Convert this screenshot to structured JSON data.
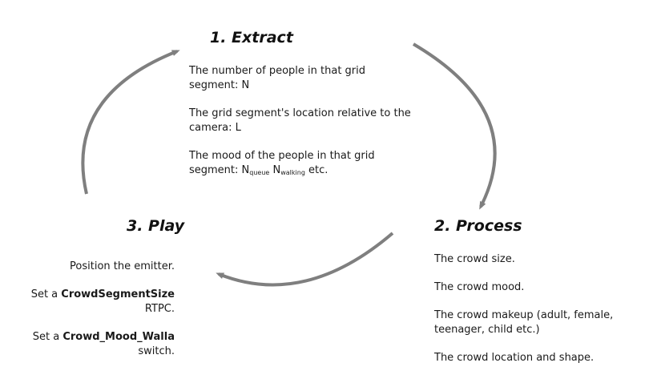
{
  "extract": {
    "title": "1. Extract",
    "item1": "The number of people in that grid segment: N",
    "item2": "The grid segment's location relative to the camera: L",
    "item3_prefix": "The mood of the people in that grid segment: ",
    "item3_n1": "N",
    "item3_sub1": "queue",
    "item3_n2": "N",
    "item3_sub2": "walking",
    "item3_suffix": " etc."
  },
  "process": {
    "title": "2. Process",
    "item1": "The crowd size.",
    "item2": "The crowd mood.",
    "item3": "The crowd makeup (adult, female, teenager, child etc.)",
    "item4": "The crowd location and shape."
  },
  "play": {
    "title": "3. Play",
    "item1": "Position the emitter.",
    "item2_prefix": "Set a ",
    "item2_bold": "CrowdSegmentSize",
    "item2_suffix": " RTPC.",
    "item3_prefix": "Set a ",
    "item3_bold": "Crowd_Mood_Walla",
    "item3_suffix": " switch."
  },
  "colors": {
    "arrow": "#7f7f7f",
    "text": "#1a1a1a"
  }
}
